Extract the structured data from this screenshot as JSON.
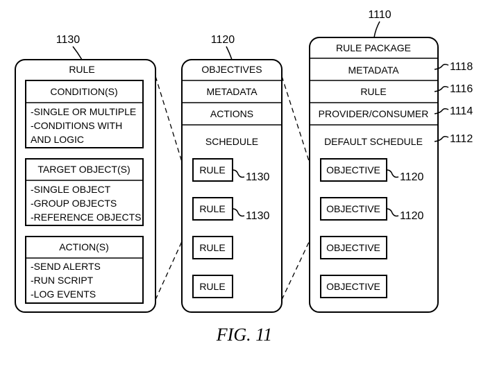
{
  "figure_caption": "FIG. 11",
  "rule_panel": {
    "ref": "1130",
    "title": "RULE",
    "conditions": {
      "title": "CONDITION(S)",
      "lines": [
        "-SINGLE OR MULTIPLE",
        "-CONDITIONS WITH",
        "AND LOGIC"
      ]
    },
    "targets": {
      "title": "TARGET OBJECT(S)",
      "lines": [
        "-SINGLE OBJECT",
        "-GROUP OBJECTS",
        "-REFERENCE OBJECTS"
      ]
    },
    "actions": {
      "title": "ACTION(S)",
      "lines": [
        "-SEND ALERTS",
        "-RUN SCRIPT",
        "-LOG EVENTS"
      ]
    }
  },
  "objectives_panel": {
    "ref": "1120",
    "title": "OBJECTIVES",
    "metadata": "METADATA",
    "actions": "ACTIONS",
    "schedule": "SCHEDULE",
    "rules": [
      {
        "label": "RULE",
        "ref": "1130"
      },
      {
        "label": "RULE",
        "ref": "1130"
      },
      {
        "label": "RULE",
        "ref": ""
      },
      {
        "label": "RULE",
        "ref": ""
      }
    ]
  },
  "package_panel": {
    "ref": "1110",
    "title": "RULE PACKAGE",
    "metadata": {
      "label": "METADATA",
      "ref": "1118"
    },
    "rule": {
      "label": "RULE",
      "ref": "1116"
    },
    "provider": {
      "label": "PROVIDER/CONSUMER",
      "ref": "1114"
    },
    "schedule": {
      "label": "DEFAULT SCHEDULE",
      "ref": "1112"
    },
    "objectives": [
      {
        "label": "OBJECTIVE",
        "ref": "1120"
      },
      {
        "label": "OBJECTIVE",
        "ref": "1120"
      },
      {
        "label": "OBJECTIVE",
        "ref": ""
      },
      {
        "label": "OBJECTIVE",
        "ref": ""
      }
    ]
  }
}
